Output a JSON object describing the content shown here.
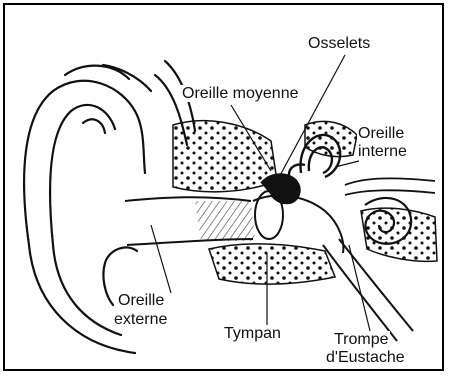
{
  "labels": {
    "osselets": "Osselets",
    "oreille_moyenne": "Oreille moyenne",
    "oreille_interne_line1": "Oreille",
    "oreille_interne_line2": "interne",
    "oreille_externe_line1": "Oreille",
    "oreille_externe_line2": "externe",
    "tympan": "Tympan",
    "trompe_line1": "Trompe",
    "trompe_line2": "d'Eustache"
  },
  "colors": {
    "ink": "#111111",
    "background": "#ffffff",
    "frame": "#000000"
  }
}
